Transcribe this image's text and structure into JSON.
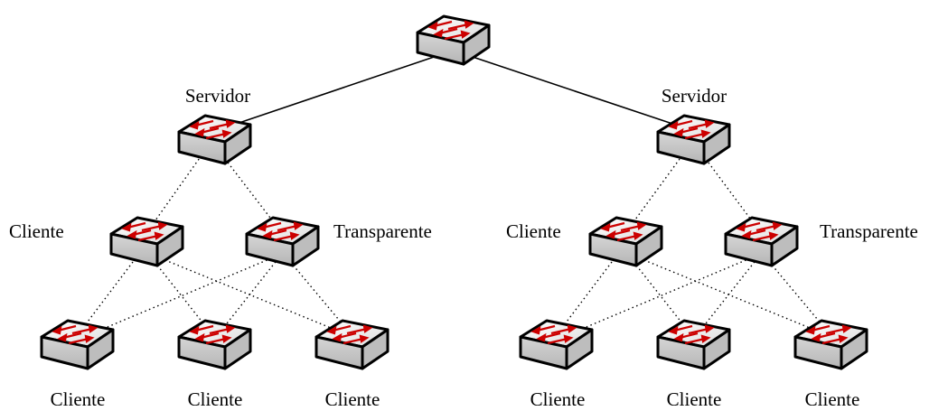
{
  "labels": {
    "left_server": "Servidor",
    "right_server": "Servidor",
    "left_mid_client": "Cliente",
    "left_mid_transparent": "Transparente",
    "right_mid_client": "Cliente",
    "right_mid_transparent": "Transparente",
    "left_leaf_1": "Cliente",
    "left_leaf_2": "Cliente",
    "left_leaf_3": "Cliente",
    "right_leaf_1": "Cliente",
    "right_leaf_2": "Cliente",
    "right_leaf_3": "Cliente"
  },
  "icons": {
    "switch": "network-switch-icon"
  },
  "colors": {
    "arrow": "#cc0000",
    "line": "#000000",
    "body_top": "#ececec",
    "body_side": "#c9c9c9"
  }
}
